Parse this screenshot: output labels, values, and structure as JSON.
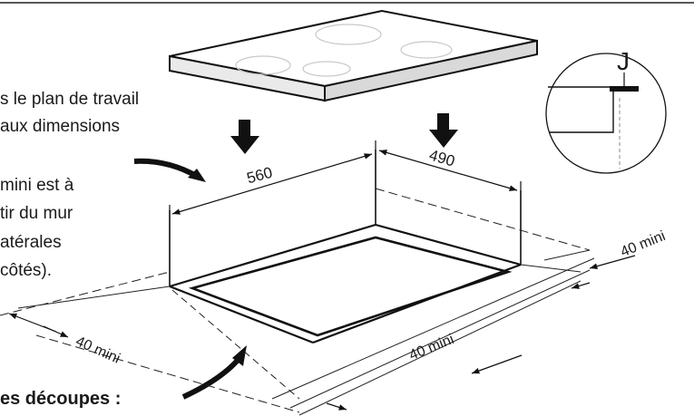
{
  "left_text": [
    "s le plan de travail",
    "aux dimensions",
    "mini est à",
    "tir du mur",
    "atérales",
    "côtés)."
  ],
  "bottom_text": "es découpes :",
  "dimensions": {
    "width": "560",
    "depth": "490",
    "min_left": "40 mini",
    "min_front": "40 mini",
    "min_right": "40 mini"
  },
  "detail_label": "J"
}
